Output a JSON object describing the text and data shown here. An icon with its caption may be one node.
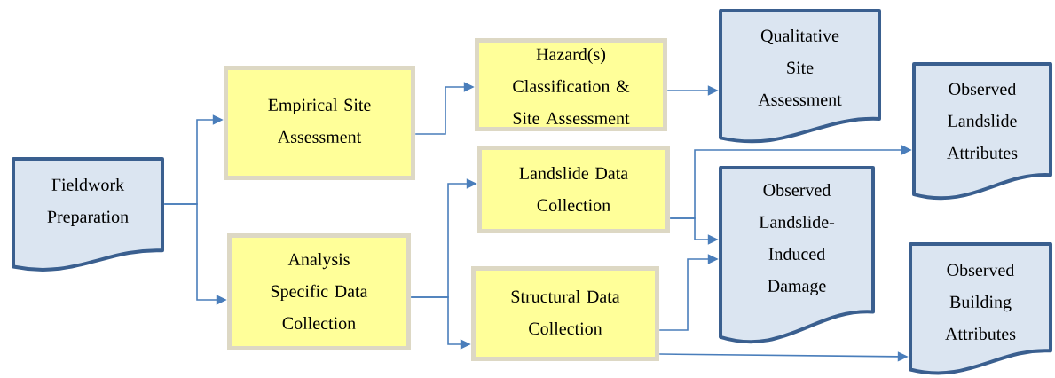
{
  "diagram": {
    "nodes": [
      {
        "text": [
          "Fieldwork Preparation"
        ]
      },
      {
        "text": [
          "Empirical Site Assessment"
        ]
      },
      {
        "text": [
          "Analysis Specific Data Collection"
        ]
      },
      {
        "text": [
          "Hazard(s) Classification & Site Assessment"
        ]
      },
      {
        "text": [
          "Landslide Data Collection"
        ]
      },
      {
        "text": [
          "Structural Data Collection"
        ]
      },
      {
        "text": [
          "Qualitative Site Assessment"
        ]
      },
      {
        "text": [
          "Observed Landslide Attributes"
        ]
      },
      {
        "text": [
          "Observed Landslide-Induced Damage"
        ]
      },
      {
        "text": [
          "Observed Building Attributes"
        ]
      }
    ],
    "edges": [
      {
        "from": 0,
        "to": 1,
        "arrow": "to"
      },
      {
        "from": 0,
        "to": 2,
        "arrow": "to"
      },
      {
        "from": 1,
        "to": 3,
        "arrow": "to"
      },
      {
        "from": 2,
        "to": 4,
        "arrow": "to"
      },
      {
        "from": 2,
        "to": 5,
        "arrow": "to"
      },
      {
        "from": 3,
        "to": 6,
        "arrow": "to"
      },
      {
        "from": 4,
        "to": 7,
        "arrow": "to"
      },
      {
        "from": 4,
        "to": 8,
        "arrow": "to"
      },
      {
        "from": 5,
        "to": 8,
        "arrow": "to"
      },
      {
        "from": 5,
        "to": 9,
        "arrow": "to"
      }
    ]
  }
}
